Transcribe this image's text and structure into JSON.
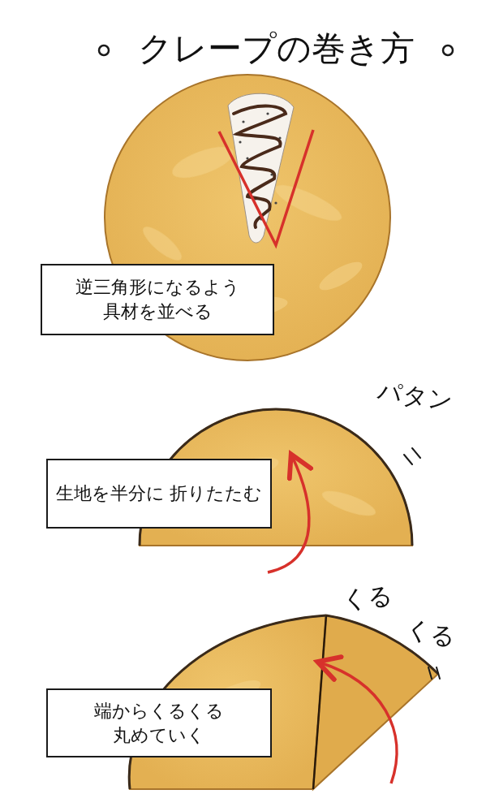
{
  "diagram": {
    "title": "クレープの巻き方",
    "nodes": [
      {
        "text": [
          "逆三角形になるよう 具材を並べる"
        ]
      },
      {
        "text": [
          "生地を半分に 折りたたむ"
        ]
      },
      {
        "text": [
          "端からくるくる 丸めていく"
        ]
      }
    ],
    "edges": [],
    "labels": [
      "パタン",
      "くる",
      "くる"
    ]
  }
}
